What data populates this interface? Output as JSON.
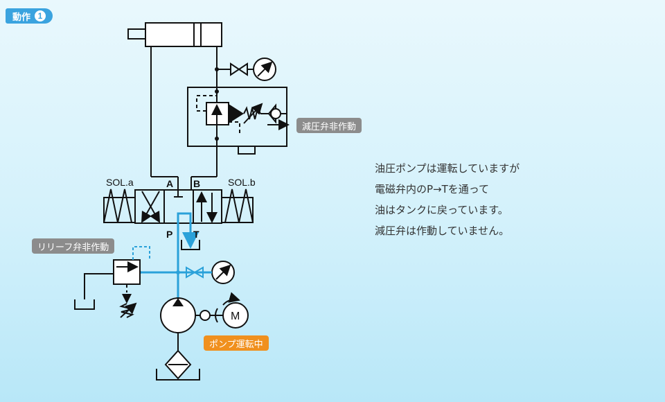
{
  "step": {
    "label": "動作",
    "number": "1"
  },
  "callouts": {
    "reducing_valve": "減圧弁非作動",
    "relief_valve": "リリーフ弁非作動",
    "pump": "ポンプ運転中"
  },
  "labels": {
    "sol_a": "SOL.a",
    "sol_b": "SOL.b",
    "port_a": "A",
    "port_b": "B",
    "port_p": "P",
    "port_t": "T",
    "motor": "M"
  },
  "description": [
    "油圧ポンプは運転していますが",
    "電磁弁内のP→Tを通って",
    "油はタンクに戻っています。",
    "減圧弁は作動していません。"
  ],
  "colors": {
    "flow": "#2aa1d9",
    "line": "#111111",
    "step_tag": "#3aa3df",
    "callout": "#8c8c8c",
    "pump_tag": "#f0901e"
  }
}
